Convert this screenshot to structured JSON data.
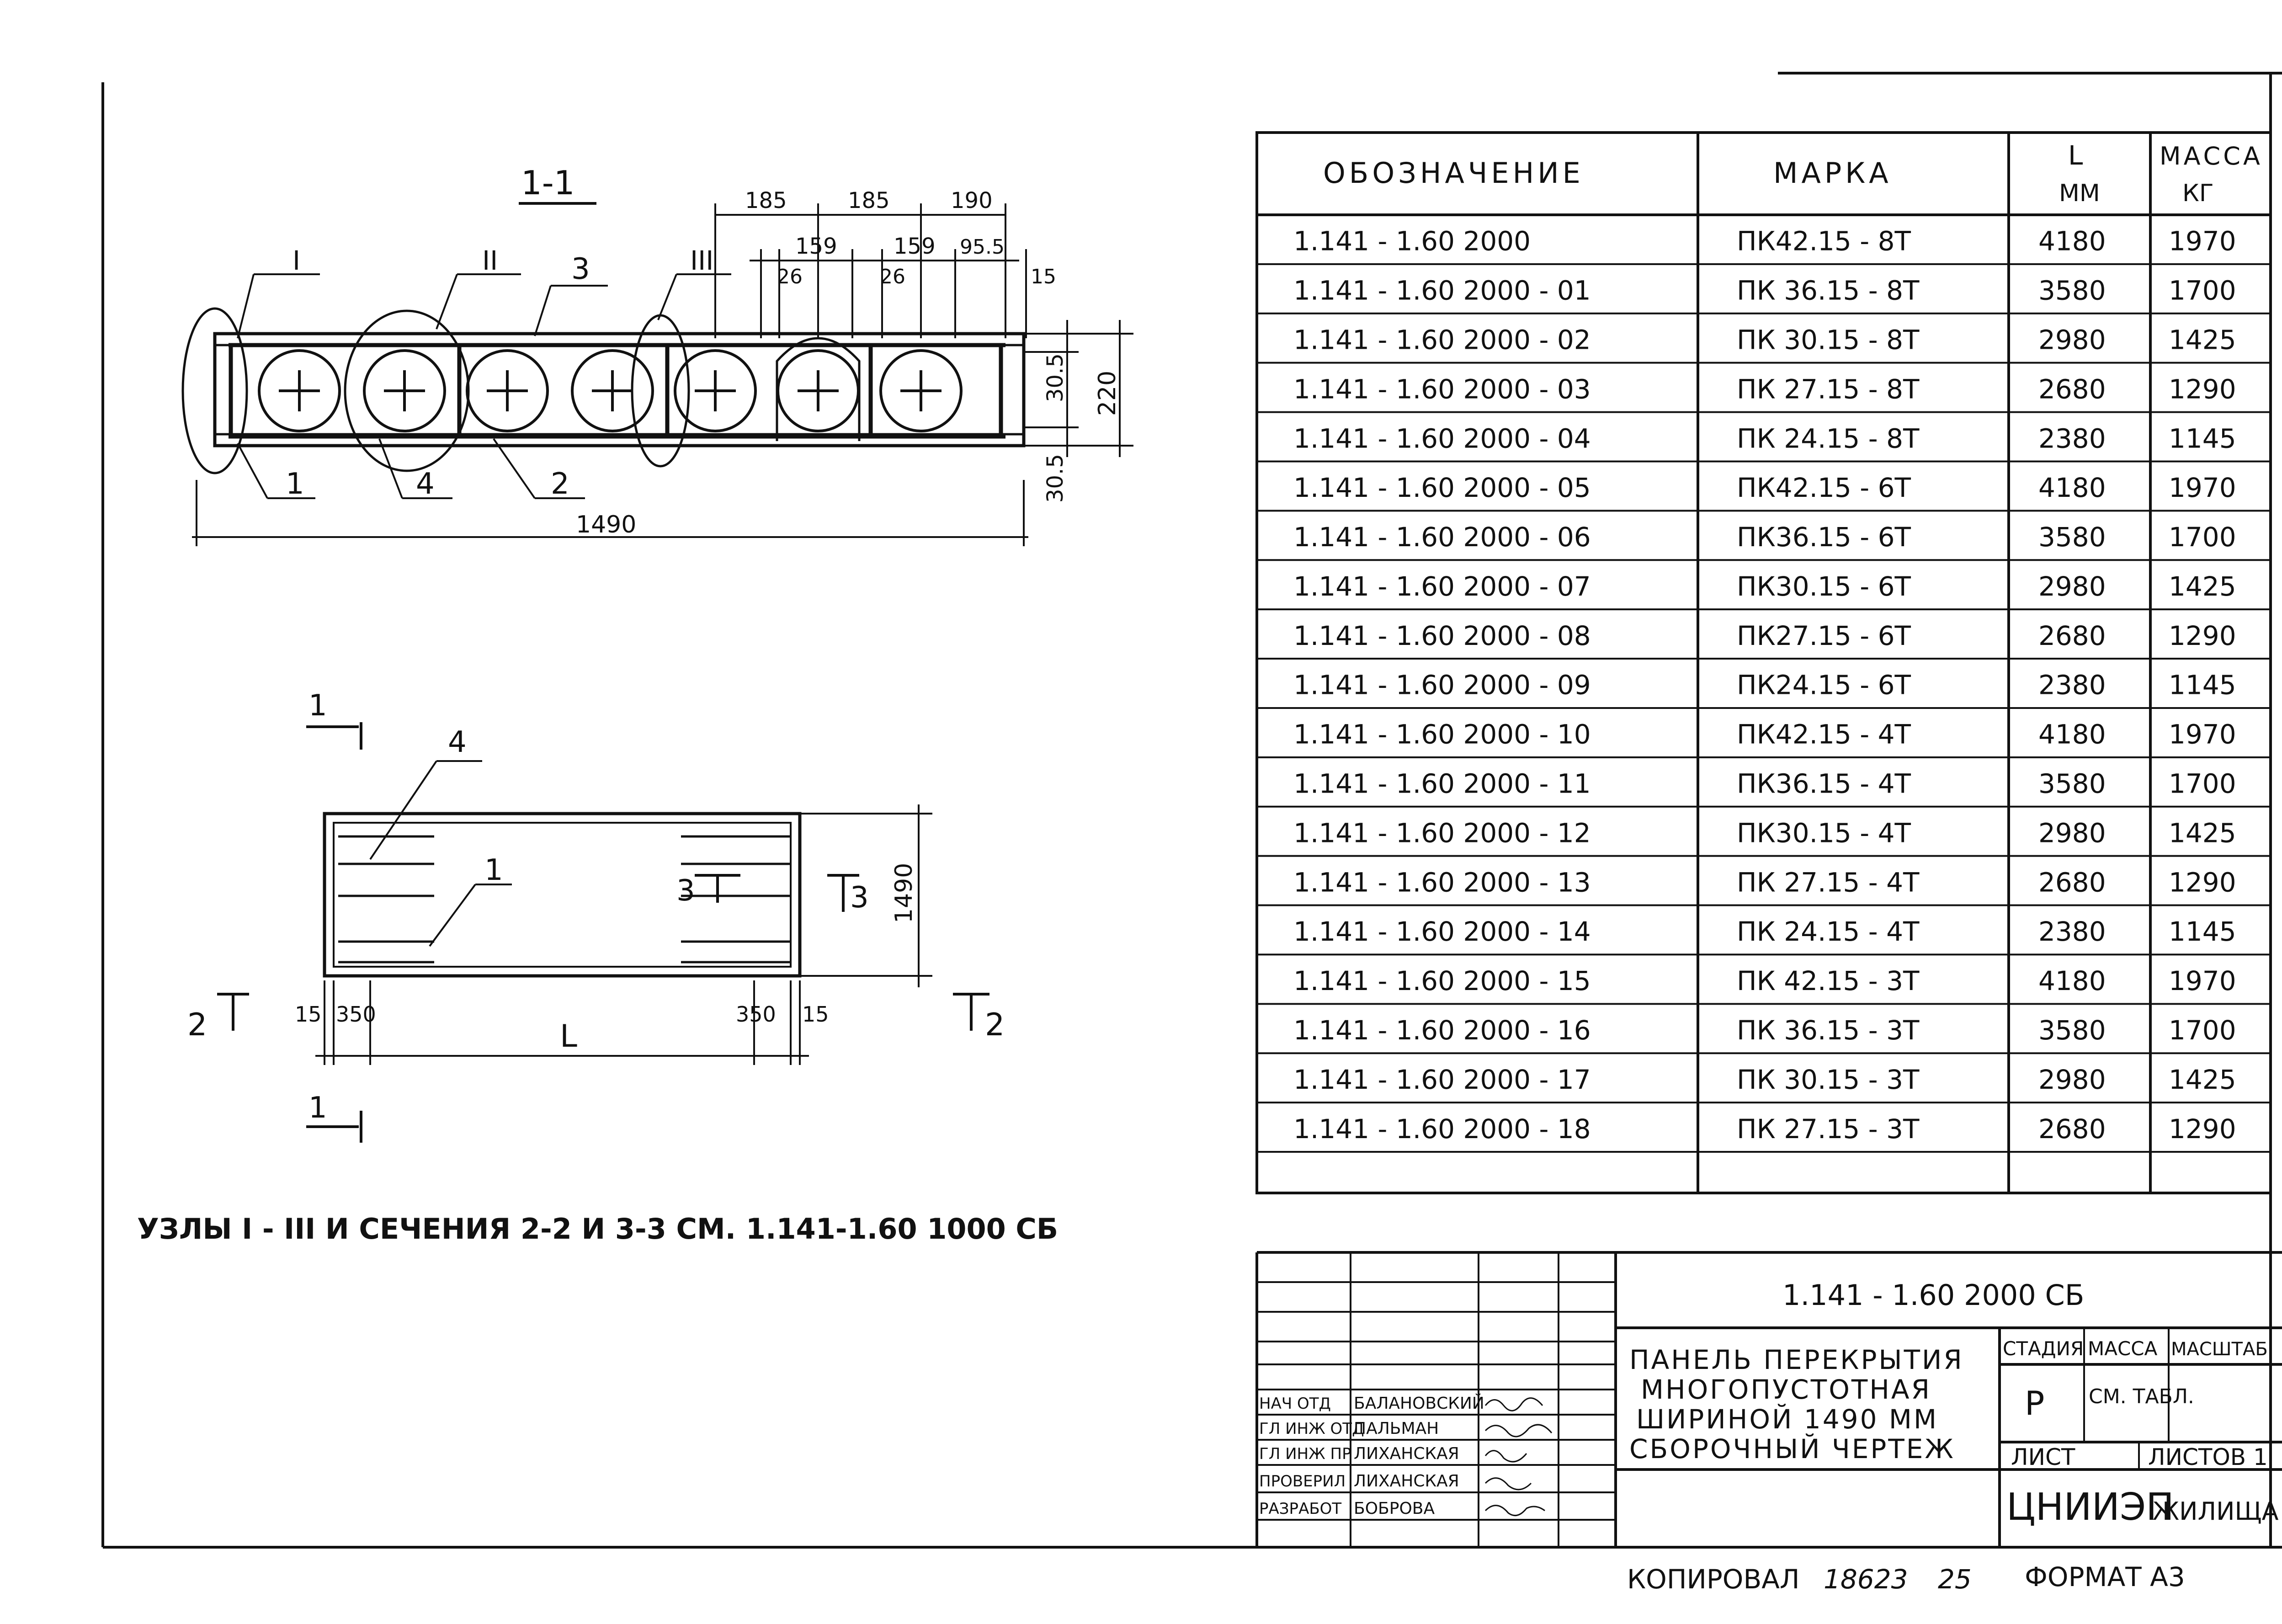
{
  "section_drawing": {
    "title": "1-1",
    "dim_top": [
      "185",
      "185",
      "190"
    ],
    "dim_second": [
      "159",
      "159",
      "95.5"
    ],
    "dim_small": [
      "26",
      "26",
      "15"
    ],
    "roman_labels": [
      "I",
      "II",
      "III"
    ],
    "position_labels": [
      "1",
      "2",
      "3",
      "4"
    ],
    "right_dims": [
      "30.5",
      "220",
      "30.5"
    ],
    "width_dim": "1490"
  },
  "plan_drawing": {
    "section_marks": [
      "1",
      "1",
      "2",
      "2",
      "3",
      "3"
    ],
    "labels": [
      "4",
      "1"
    ],
    "height_dim": "1490",
    "dims_left": [
      "15",
      "350"
    ],
    "dims_right": [
      "350",
      "15"
    ],
    "length_label": "L"
  },
  "note": "УЗЛЫ I - III И СЕЧЕНИЯ 2-2 И 3-3 СМ. 1.141-1.60 1000 СБ",
  "spec_table": {
    "headers": {
      "designation": "ОБОЗНАЧЕНИЕ",
      "mark": "МАРКА",
      "length": "L",
      "length_unit": "ММ",
      "mass": "МАССА",
      "mass_unit": "КГ"
    },
    "rows": [
      [
        "1.141 - 1.60  2000",
        "ПК42.15 - 8Т",
        "4180",
        "1970"
      ],
      [
        "1.141 - 1.60  2000 - 01",
        "ПК 36.15 - 8Т",
        "3580",
        "1700"
      ],
      [
        "1.141 - 1.60  2000 - 02",
        "ПК 30.15 - 8Т",
        "2980",
        "1425"
      ],
      [
        "1.141 - 1.60  2000 - 03",
        "ПК 27.15 - 8Т",
        "2680",
        "1290"
      ],
      [
        "1.141 - 1.60  2000 - 04",
        "ПК 24.15 - 8Т",
        "2380",
        "1145"
      ],
      [
        "1.141 - 1.60  2000 - 05",
        "ПК42.15 - 6Т",
        "4180",
        "1970"
      ],
      [
        "1.141 - 1.60  2000 - 06",
        "ПК36.15 - 6Т",
        "3580",
        "1700"
      ],
      [
        "1.141 - 1.60  2000 - 07",
        "ПК30.15 - 6Т",
        "2980",
        "1425"
      ],
      [
        "1.141 - 1.60  2000 - 08",
        "ПК27.15 - 6Т",
        "2680",
        "1290"
      ],
      [
        "1.141 - 1.60  2000 - 09",
        "ПК24.15 - 6Т",
        "2380",
        "1145"
      ],
      [
        "1.141 - 1.60  2000 - 10",
        "ПК42.15 - 4Т",
        "4180",
        "1970"
      ],
      [
        "1.141 - 1.60  2000 - 11",
        "ПК36.15 - 4Т",
        "3580",
        "1700"
      ],
      [
        "1.141 - 1.60  2000 - 12",
        "ПК30.15 - 4Т",
        "2980",
        "1425"
      ],
      [
        "1.141 - 1.60  2000 - 13",
        "ПК 27.15 - 4Т",
        "2680",
        "1290"
      ],
      [
        "1.141 - 1.60  2000 - 14",
        "ПК 24.15 - 4Т",
        "2380",
        "1145"
      ],
      [
        "1.141 - 1.60  2000 - 15",
        "ПК 42.15 - 3Т",
        "4180",
        "1970"
      ],
      [
        "1.141 - 1.60  2000 - 16",
        "ПК 36.15 - 3Т",
        "3580",
        "1700"
      ],
      [
        "1.141 - 1.60  2000 - 17",
        "ПК 30.15 - 3Т",
        "2980",
        "1425"
      ],
      [
        "1.141 - 1.60  2000 - 18",
        "ПК 27.15 - 3Т",
        "2680",
        "1290"
      ]
    ]
  },
  "title_block": {
    "doc_number": "1.141 - 1.60  2000 СБ",
    "title_lines": [
      "ПАНЕЛЬ ПЕРЕКРЫТИЯ",
      "МНОГОПУСТОТНАЯ",
      "ШИРИНОЙ  1490 ММ",
      "СБОРОЧНЫЙ ЧЕРТЕЖ"
    ],
    "stage_label": "СТАДИЯ",
    "mass_label": "МАССА",
    "scale_label": "МАСШТАБ",
    "stage_value": "Р",
    "mass_value": "СМ. ТАБЛ.",
    "sheet_label": "ЛИСТ",
    "sheets_label": "ЛИСТОВ 1",
    "organization": "ЦНИИЭП",
    "organization_suffix": "ЖИЛИЩА",
    "staff": [
      {
        "role": "НАЧ ОТД",
        "name": "БАЛАНОВСКИЙ"
      },
      {
        "role": "ГЛ ИНЖ ОТД",
        "name": "ПАЛЬМАН"
      },
      {
        "role": "ГЛ ИНЖ ПР",
        "name": "ЛИХАНСКАЯ"
      },
      {
        "role": "ПРОВЕРИЛ",
        "name": "ЛИХАНСКАЯ"
      },
      {
        "role": "РАЗРАБОТ",
        "name": "БОБРОВА"
      }
    ]
  },
  "footer": {
    "copied": "КОПИРОВАЛ",
    "number": "18623",
    "sheet": "25",
    "format": "ФОРМАТ А3"
  }
}
